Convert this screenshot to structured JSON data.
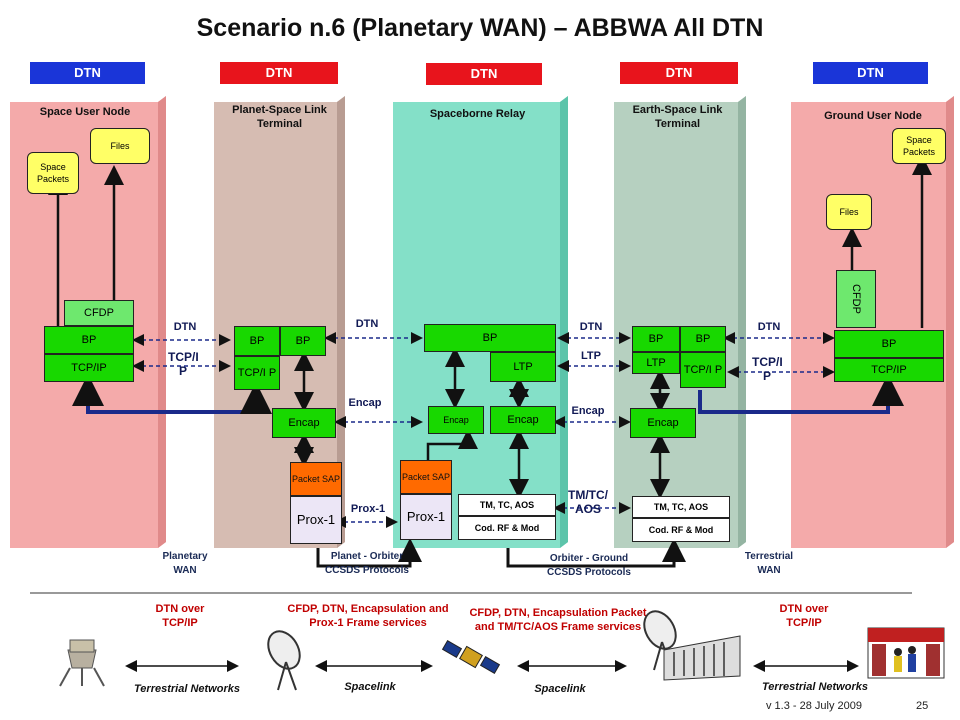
{
  "title": "Scenario n.6 (Planetary WAN) – ABBWA All DTN",
  "headers": [
    "DTN",
    "DTN",
    "DTN",
    "DTN",
    "DTN"
  ],
  "columns": {
    "space_user": "Space User Node",
    "planet_space": "Planet-Space Link Terminal",
    "relay": "Spaceborne Relay",
    "earth_space": "Earth-Space Link Terminal",
    "ground_user": "Ground User Node"
  },
  "blocks": {
    "space_packets": "Space Packets",
    "files": "Files",
    "cfdp": "CFDP",
    "bp": "BP",
    "tcpip": "TCP/IP",
    "tcpip_wrapped": "TCP/I P",
    "encap": "Encap",
    "packet_sap": "Packet SAP",
    "prox1": "Prox-1",
    "ltp": "LTP",
    "tmtcaos": "TM, TC, AOS",
    "codrf": "Cod. RF & Mod"
  },
  "links": {
    "dtn": "DTN",
    "tcpip": "TCP/I P",
    "encap": "Encap",
    "ltp": "LTP",
    "prox1": "Prox-1",
    "tmtcaos": "TM/TC/ AOS",
    "planetary_wan": "Planetary WAN",
    "planet_orbiter": "Planet - Orbiter CCSDS Protocols",
    "orbiter_ground": "Orbiter - Ground CCSDS Protocols",
    "terrestrial_wan": "Terrestrial WAN"
  },
  "bottom": {
    "dtn_over_tcpip": "DTN over TCP/IP",
    "cfdp_prox": "CFDP, DTN, Encapsulation and Prox-1 Frame services",
    "cfdp_tm": "CFDP, DTN, Encapsulation Packet and TM/TC/AOS Frame services",
    "terrestrial_networks": "Terrestrial Networks",
    "spacelink": "Spacelink"
  },
  "footer": {
    "version": "v 1.3 - 28 July 2009",
    "page": "25"
  },
  "colors": {
    "header_blue": "#1a35d8",
    "header_red": "#e8141c",
    "user_node_pink": "#f4aaaa",
    "terminal_taupe": "#d6bcb2",
    "relay_teal": "#84e0c8",
    "earth_terminal": "#b6d0c0",
    "block_green": "#18d800",
    "arrow_blue": "#1a2a8a"
  }
}
